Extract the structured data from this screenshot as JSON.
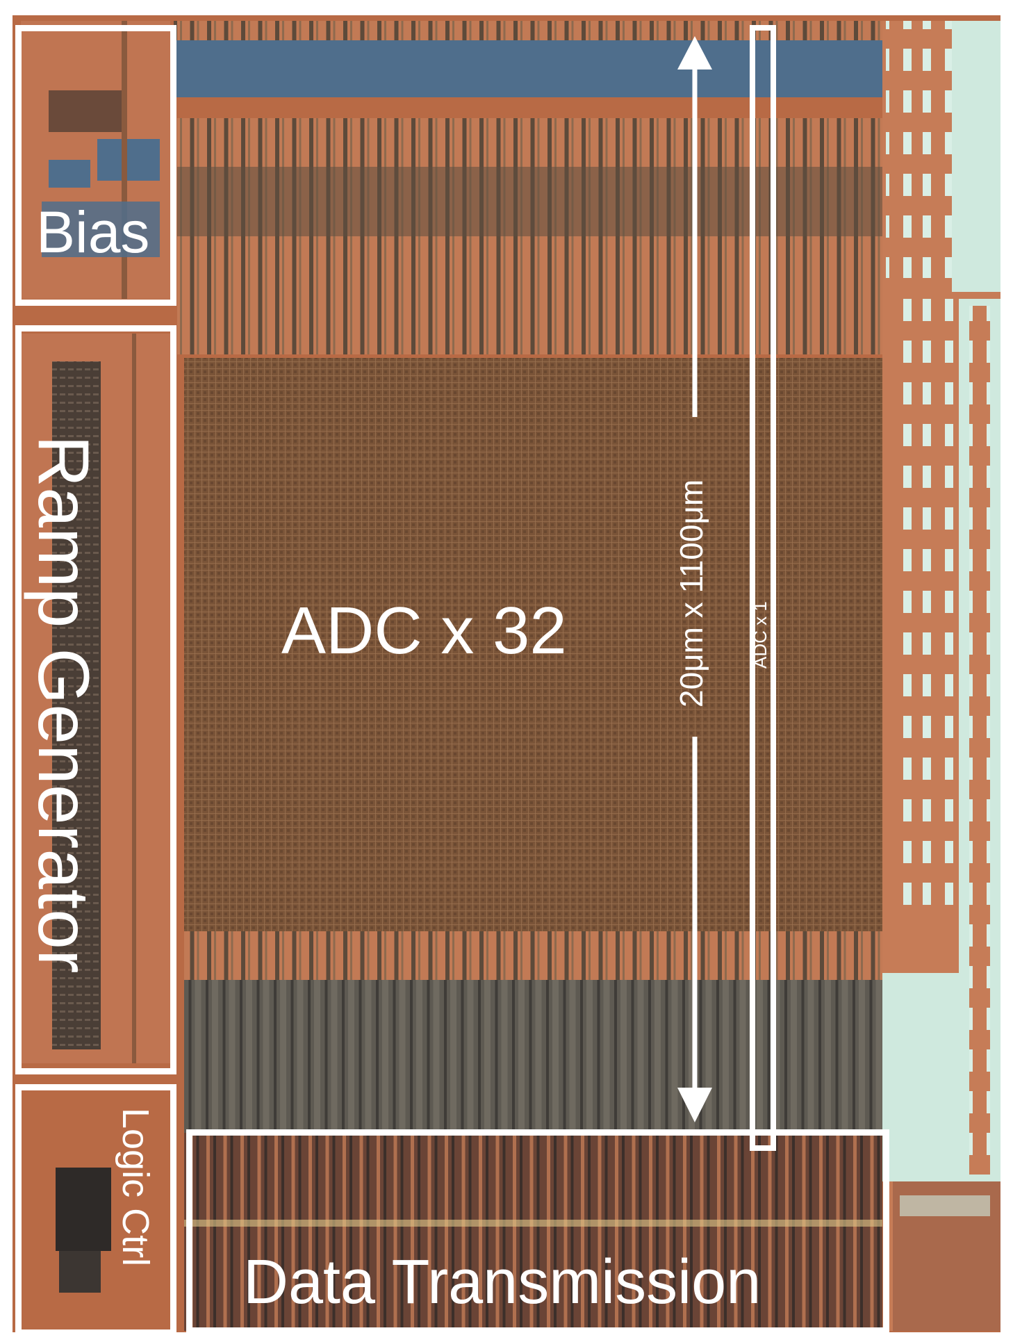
{
  "labels": {
    "bias": "Bias",
    "ramp": "Ramp Generator",
    "adc32": "ADC x 32",
    "dim": "20μm x 1100μm",
    "adc1": "ADC x 1",
    "logic": "Logic Ctrl",
    "data": "Data Transmission"
  },
  "colors": {
    "copper": "#b86a45",
    "adc_array": "#7a5438",
    "data_block": "#55504a",
    "teal": "#cfe9de",
    "blue_strip": "#4f6e8c",
    "annotation": "#ffffff"
  }
}
